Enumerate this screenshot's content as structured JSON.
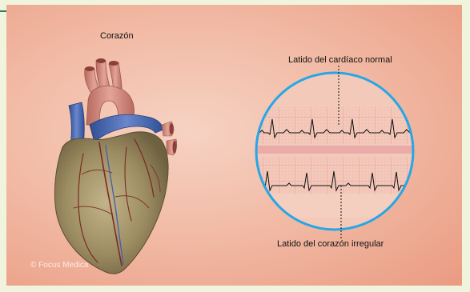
{
  "diagram": {
    "heart_label": "Corazón",
    "normal_label": "Latido del cardíaco normal",
    "irregular_label": "Latido del corazón irregular",
    "watermark": "© Focus Medica"
  },
  "colors": {
    "accent_line": "#2e7d5a",
    "circle_border": "#27a6e6",
    "ecg_grid": "#e79c9c",
    "ecg_trace": "#111111",
    "heart_muscle": "#a39468",
    "aorta": "#d8867a",
    "vena_cava": "#4c6db5"
  }
}
